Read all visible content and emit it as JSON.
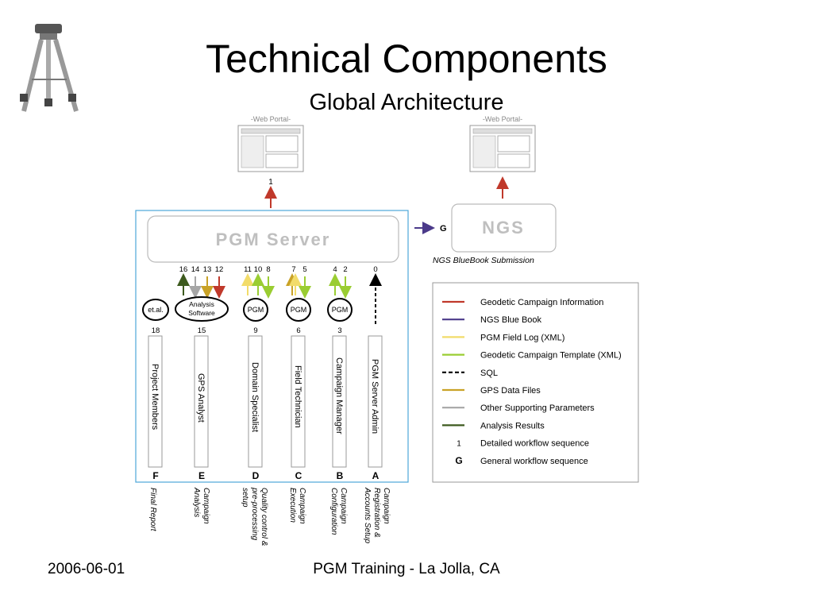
{
  "slide": {
    "title": "Technical Components",
    "subtitle": "Global Architecture",
    "footer_left": "2006-06-01",
    "footer_center": "PGM Training - La Jolla, CA"
  },
  "icons": {
    "logo": "tripod-icon",
    "portal": "web-portal-icon"
  },
  "colors": {
    "geodetic_campaign_info": "#c0392b",
    "ngs_blue_book": "#4b3a8a",
    "pgm_field_log": "#f2dc6a",
    "campaign_template": "#9acd32",
    "sql": "#000000",
    "gps_data_files": "#c9a227",
    "other_params": "#a6a6a6",
    "analysis_results": "#3d5a1e"
  },
  "diagram": {
    "portal_label": "-Web Portal-",
    "arrow1_label": "1",
    "server_label": "PGM Server",
    "ngs_label": "NGS",
    "ngs_arrow_label": "G",
    "ngs_caption": "NGS BlueBook Submission",
    "node_etal": "et.al.",
    "node_analysis_line1": "Analysis",
    "node_analysis_line2": "Software",
    "node_pgm": "PGM",
    "group_nums": {
      "f": "16",
      "e1": "14",
      "e2": "13",
      "e3": "12",
      "d1": "11",
      "d2": "10",
      "d3": "8",
      "c1": "7",
      "c2": "5",
      "b1": "4",
      "b2": "2",
      "a": "0"
    },
    "role_nums": {
      "f": "18",
      "e": "15",
      "d": "9",
      "c": "6",
      "b": "3"
    },
    "roles": {
      "f": "Project Members",
      "e": "GPS Analyst",
      "d": "Domain Specialist",
      "c": "Field Technician",
      "b": "Campaign Manager",
      "a": "PGM Server Admin"
    },
    "letters": {
      "f": "F",
      "e": "E",
      "d": "D",
      "c": "C",
      "b": "B",
      "a": "A"
    },
    "phases": {
      "f": [
        "Final Report"
      ],
      "e": [
        "Campaign",
        "Analysis"
      ],
      "d": [
        "Quality control &",
        "pre-processing",
        "setup"
      ],
      "c": [
        "Campaign",
        "Execution"
      ],
      "b": [
        "Campaign",
        "Configuration"
      ],
      "a": [
        "Campaign",
        "Registration &",
        "Accounts Setup"
      ]
    }
  },
  "legend": [
    {
      "label": "Geodetic Campaign Information",
      "color": "#c0392b",
      "style": "solid"
    },
    {
      "label": "NGS Blue Book",
      "color": "#4b3a8a",
      "style": "solid"
    },
    {
      "label": "PGM Field Log (XML)",
      "color": "#f2dc6a",
      "style": "solid"
    },
    {
      "label": "Geodetic Campaign Template (XML)",
      "color": "#9acd32",
      "style": "solid"
    },
    {
      "label": "SQL",
      "color": "#000000",
      "style": "dashed"
    },
    {
      "label": "GPS Data Files",
      "color": "#c9a227",
      "style": "solid"
    },
    {
      "label": "Other Supporting Parameters",
      "color": "#a6a6a6",
      "style": "solid"
    },
    {
      "label": "Analysis Results",
      "color": "#3d5a1e",
      "style": "solid"
    },
    {
      "symbol": "1",
      "label": "Detailed workflow sequence"
    },
    {
      "symbol": "G",
      "label": "General workflow sequence"
    }
  ]
}
